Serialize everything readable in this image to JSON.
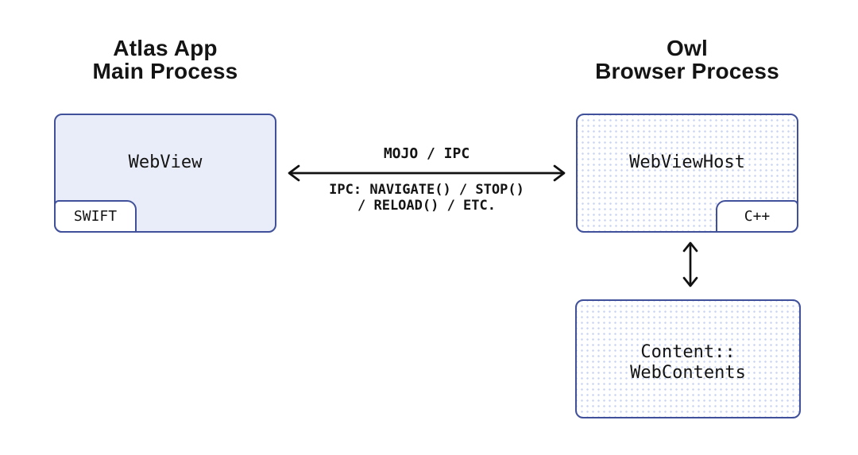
{
  "colors": {
    "border": "#40509a",
    "box_fill": "#e9edf9",
    "dot": "#c9d3f3",
    "text": "#141414",
    "arrow": "#111111"
  },
  "left_process": {
    "heading_lines": [
      "Atlas App",
      "Main Process"
    ],
    "box_label": "WebView",
    "language_tag": "SWIFT"
  },
  "right_process": {
    "heading_lines": [
      "Owl",
      "Browser Process"
    ],
    "box_label": "WebViewHost",
    "language_tag": "C++"
  },
  "content_box": {
    "label_lines": [
      "Content::",
      "WebContents"
    ]
  },
  "ipc_link": {
    "top_label": "MOJO / IPC",
    "bottom_label_lines": [
      "IPC: NAVIGATE() / STOP()",
      "/ RELOAD() / ETC."
    ]
  }
}
